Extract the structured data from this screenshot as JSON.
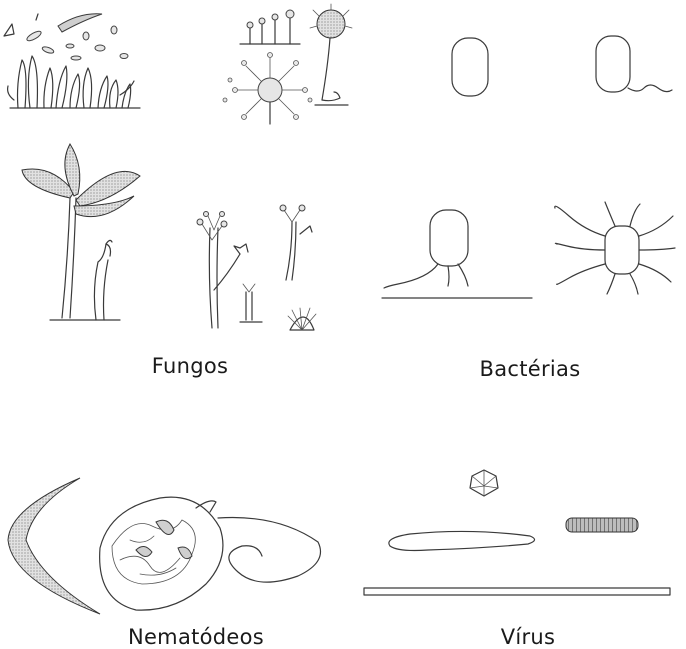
{
  "groups": [
    {
      "id": "fungi",
      "label": "Fungos"
    },
    {
      "id": "bacteria",
      "label": "Bactérias"
    },
    {
      "id": "nematodes",
      "label": "Nematódeos"
    },
    {
      "id": "viruses",
      "label": "Vírus"
    }
  ]
}
